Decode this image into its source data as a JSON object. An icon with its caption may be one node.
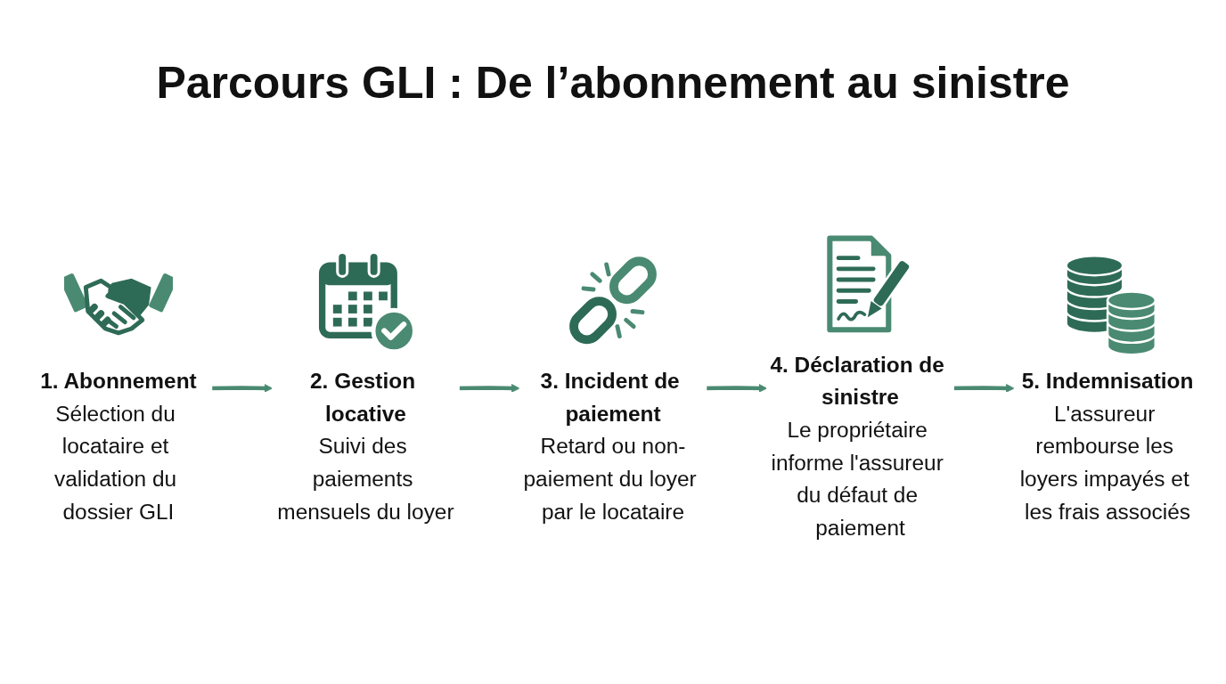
{
  "diagram": {
    "title": "Parcours GLI : De l’abonnement au sinistre",
    "nodes": [
      {
        "text": [
          "1. Abonnement",
          "Sélection du locataire et validation du dossier GLI"
        ]
      },
      {
        "text": [
          "2. Gestion locative",
          "Suivi des paiements mensuels du loyer"
        ]
      },
      {
        "text": [
          "3. Incident de paiement",
          "Retard ou non-paiement du loyer par le locataire"
        ]
      },
      {
        "text": [
          "4. Déclaration de sinistre",
          "Le propriétaire informe l'assureur du défaut de paiement"
        ]
      },
      {
        "text": [
          "5. Indemnisation",
          "L'assureur rembourse les loyers impayés et les frais associés"
        ]
      }
    ],
    "edges": [
      {
        "from": 0,
        "to": 1,
        "arrow": "to"
      },
      {
        "from": 1,
        "to": 2,
        "arrow": "to"
      },
      {
        "from": 2,
        "to": 3,
        "arrow": "to"
      },
      {
        "from": 3,
        "to": 4,
        "arrow": "to"
      }
    ]
  }
}
